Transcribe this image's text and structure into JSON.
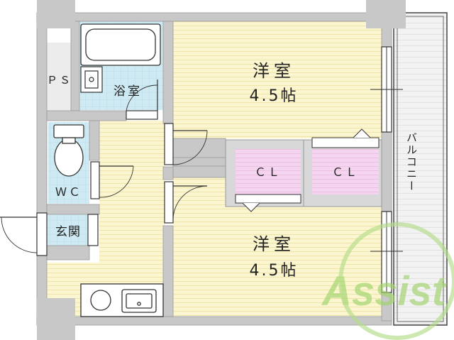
{
  "rooms": {
    "western_room_top": {
      "name": "洋室",
      "size": "4.5帖"
    },
    "western_room_bottom": {
      "name": "洋室",
      "size": "4.5帖"
    },
    "bath": "浴室",
    "wc": "ＷＣ",
    "entrance": "玄関",
    "ps": "ＰＳ",
    "closet_left": "ＣＬ",
    "closet_right": "ＣＬ",
    "balcony": "バルコニー"
  },
  "watermark": {
    "text": "Assist"
  },
  "colors": {
    "wall": "#c8c8c8",
    "floor_wood": "#fbf6cf",
    "floor_wood_line": "#e9e1a8",
    "wet_area": "#cfeaf3",
    "closet": "#f4d2ee",
    "closet_frame": "#d8d8d8",
    "fixture_outline": "#333333",
    "watermark": "#9fd36a"
  }
}
